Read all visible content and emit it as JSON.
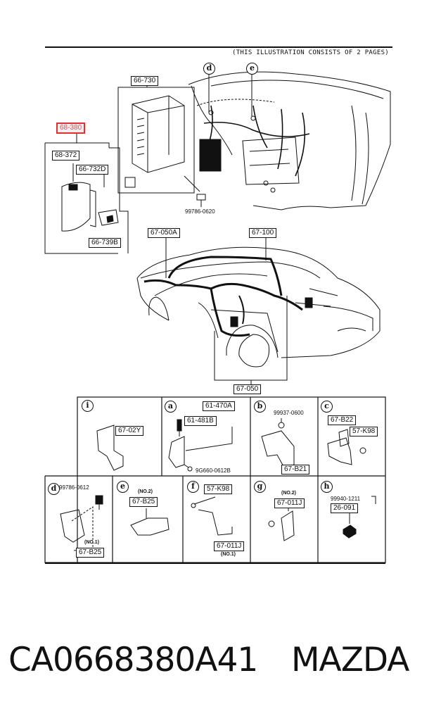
{
  "header": {
    "note": "(THIS ILLUSTRATION CONSISTS OF  2 PAGES)"
  },
  "callouts": {
    "d": "d",
    "e": "e",
    "i": "i",
    "a": "a",
    "b": "b",
    "c": "c",
    "d2": "d",
    "e2": "e",
    "f": "f",
    "g": "g",
    "h": "h"
  },
  "parts": {
    "p66730": "66-730",
    "p68380": "68-380",
    "p68372": "68-372",
    "p66732D": "66-732D",
    "p66739B": "66-739B",
    "p99786_0620": "99786-0620",
    "p67050A": "67-050A",
    "p67100": "67-100",
    "p67050": "67-050",
    "p6702Y": "67-02Y",
    "p61470A": "61-470A",
    "p61481B": "61-481B",
    "p9G660": "9G660-0612B",
    "p99937": "99937-0600",
    "p67B21": "67-B21",
    "p67B22": "67-B22",
    "p57K98c": "57-K98",
    "p99786_0612": "99786-0612",
    "p67B25d": "67-B25",
    "no1d": "(NO.1)",
    "no2e": "(NO.2)",
    "p67B25e": "67-B25",
    "p57K98f": "57-K98",
    "p67011Jf": "67-011J",
    "no1f": "(NO.1)",
    "no2g": "(NO.2)",
    "p67011Jg": "67-011J",
    "p99940": "99940-1211",
    "p26091": "26-091"
  },
  "footer": {
    "code": "CA0668380A41",
    "brand": "MAZDA"
  },
  "colors": {
    "highlight_border": "#e03030",
    "highlight_fill": "#fbeaea",
    "ink": "#111111"
  }
}
